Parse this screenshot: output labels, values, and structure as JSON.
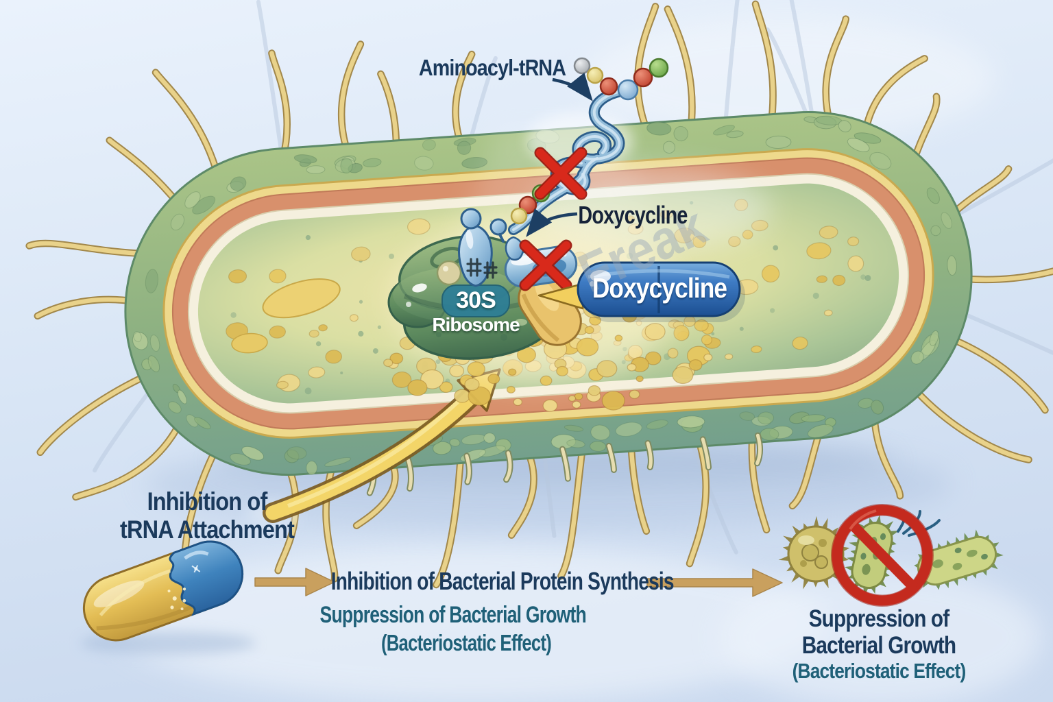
{
  "labels": {
    "aminoacyl_trna": "Aminoacyl-tRNA",
    "doxycycline_annotation": "Doxycycline",
    "doxycycline_capsule_badge": "Doxycycline",
    "ribosome_subunit": "30S",
    "ribosome_word": "Ribosome",
    "inhibition_trna_line1": "Inhibition of",
    "inhibition_trna_line2": "tRNA Attachment",
    "protein_synthesis": "Inhibition of Bacterial Protein Synthesis",
    "suppression_center_line1": "Suppression of Bacterial Growth",
    "suppression_center_line2": "(Bacteriostatic Effect)",
    "suppression_right_line1": "Suppression of",
    "suppression_right_line2": "Bacterial Growth",
    "suppression_right_line3": "(Bacteriostatic Effect)"
  },
  "watermark": "Freak",
  "figure_parts": [
    "bacterial-cell",
    "flagella",
    "cell-wall",
    "cytoplasm-granules",
    "30s-ribosome",
    "trna-bead-chain",
    "blocked-x-icon",
    "doxycycline-pill-badge",
    "bound-doxycycline-pill",
    "drug-capsule-icon",
    "flow-arrow-icon",
    "uptake-arrow",
    "no-symbol-icon",
    "inhibited-bacteria-icon"
  ],
  "colors": {
    "heading_navy": "#1b3a5c",
    "teal_text": "#1f6078",
    "x_red": "#d8291b",
    "prohibition_red": "#c42a1e",
    "arrow_gold": "#c9a05e",
    "pill_blue": "#2f6cb4",
    "capsule_yellow": "#e3bd55",
    "capsule_blue": "#3f83bd",
    "cell_wall_green": "#8fb27e",
    "background_blue": "#d8e5f5"
  }
}
